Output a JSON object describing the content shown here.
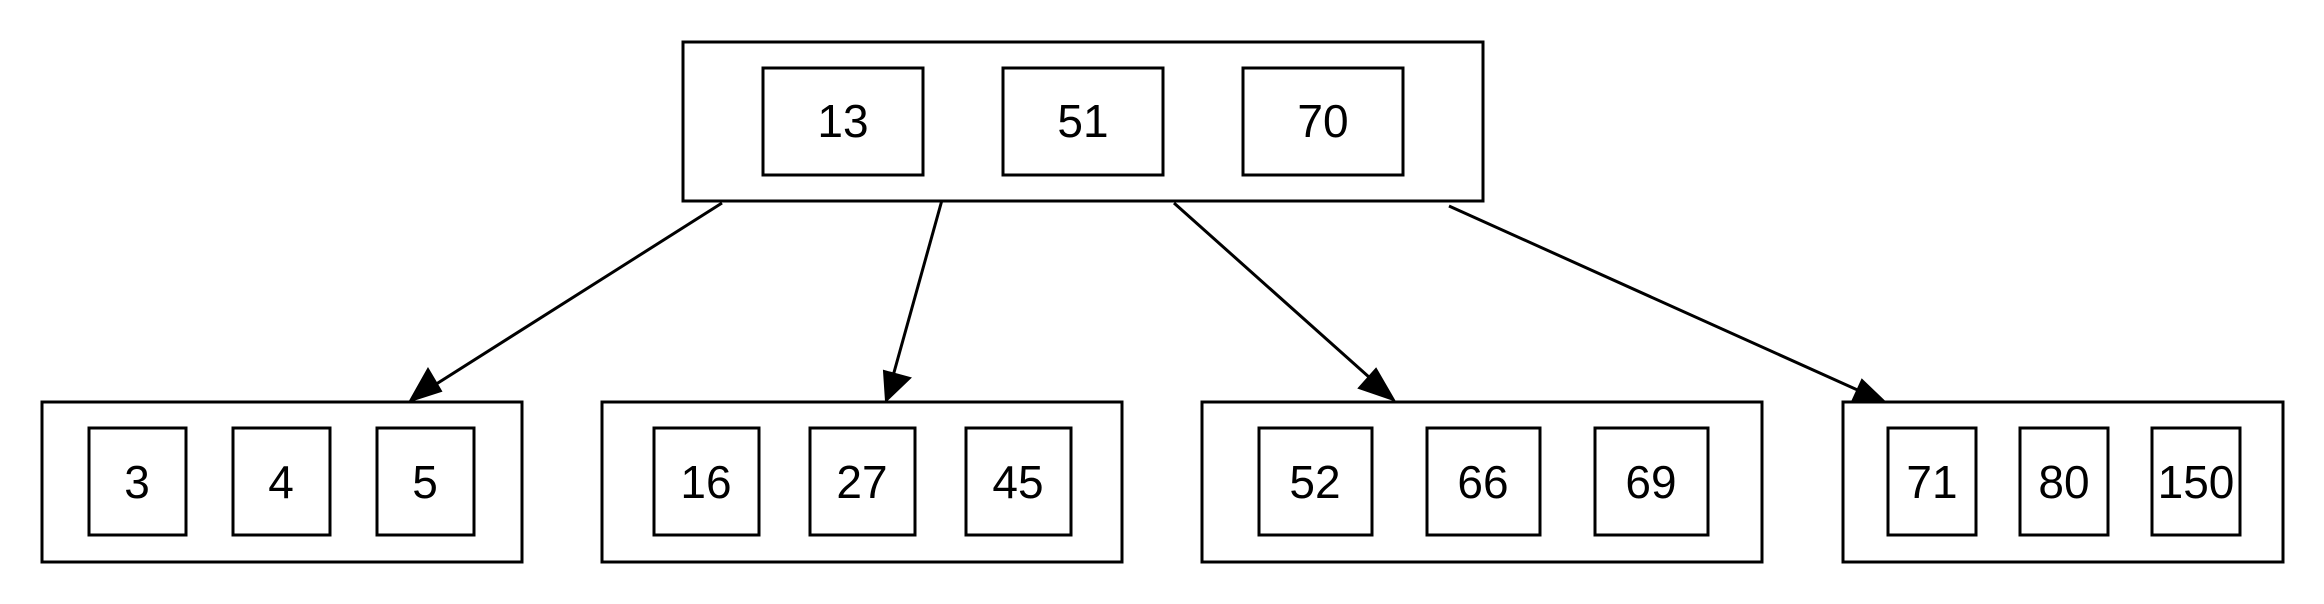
{
  "tree": {
    "root": {
      "keys": [
        "13",
        "51",
        "70"
      ]
    },
    "children": [
      {
        "keys": [
          "3",
          "4",
          "5"
        ]
      },
      {
        "keys": [
          "16",
          "27",
          "45"
        ]
      },
      {
        "keys": [
          "52",
          "66",
          "69"
        ]
      },
      {
        "keys": [
          "71",
          "80",
          "150"
        ]
      }
    ]
  },
  "colors": {
    "stroke": "#000000",
    "background": "#ffffff"
  }
}
